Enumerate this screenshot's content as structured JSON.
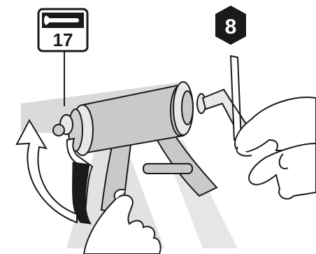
{
  "wrench_badge": {
    "icon": "wrench-icon",
    "size": "17"
  },
  "step_badge": {
    "number": "8",
    "shape": "hexagon"
  },
  "colors": {
    "stroke": "#1a1a1a",
    "component_gray": "#c9c9c9",
    "shadow_gray": "#d8d8d8",
    "strap_black": "#1a1a1a",
    "background": "#ffffff"
  }
}
